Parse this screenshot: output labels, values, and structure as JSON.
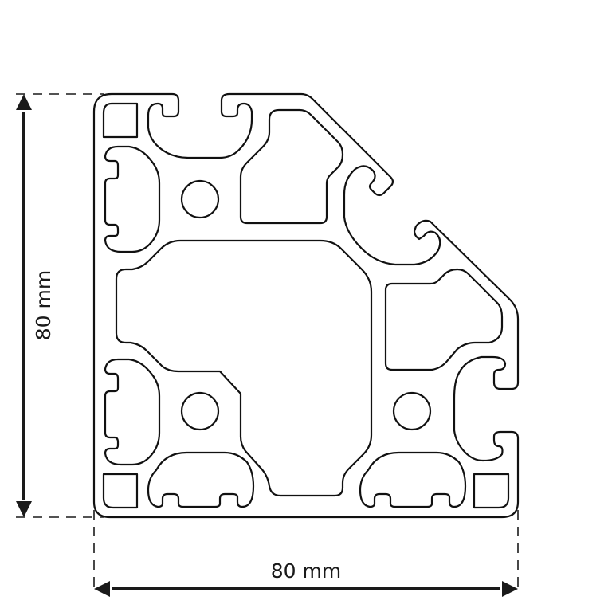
{
  "drawing": {
    "subject": "aluminium-profile-cross-section",
    "width_label": "80 mm",
    "height_label": "80 mm",
    "stroke_color": "#111111",
    "background_color": "#ffffff"
  }
}
